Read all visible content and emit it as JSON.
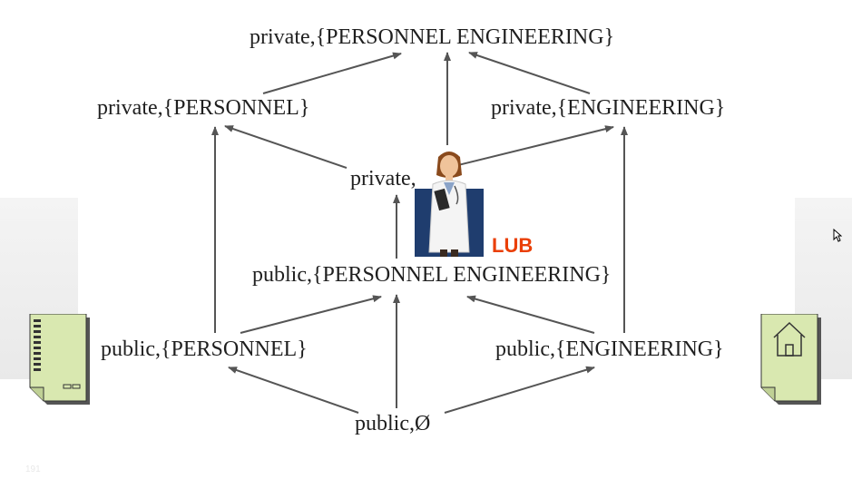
{
  "nodes": {
    "top": "private,{PERSONNEL ENGINEERING}",
    "private_personnel": "private,{PERSONNEL}",
    "private_engineering": "private,{ENGINEERING}",
    "private_empty": "private,",
    "public_both": "public,{PERSONNEL ENGINEERING}",
    "public_personnel": "public,{PERSONNEL}",
    "public_engineering": "public,{ENGINEERING}",
    "bottom": "public,Ø"
  },
  "lub_label": "LUB",
  "slide_number": "191",
  "colors": {
    "lub": "#ea3f06",
    "arrow": "#555555",
    "document_fill": "#d9e8b0"
  }
}
